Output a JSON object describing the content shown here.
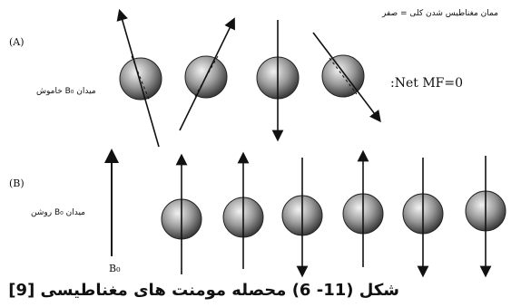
{
  "labels": {
    "panel_a": "(A)",
    "panel_b": "(B)",
    "top_note": "ممان مغناطیس شدن کلی = صفر",
    "field_off": "میدان B₀ خاموش",
    "field_on": "میدان B₀ روشن",
    "net_mf": ":Net MF=0",
    "b0": "B₀"
  },
  "caption": "شکل (11- 6) محصله مومنت  های مغناطیسی [9]",
  "panel_a_spin_directions": [
    "up-left",
    "up-right",
    "down",
    "down-right"
  ],
  "panel_b_spin_directions": [
    "up",
    "up",
    "down",
    "up",
    "down",
    "down"
  ],
  "colors": {
    "sphere_light": "#eeeeee",
    "sphere_dark": "#444444",
    "ink": "#111111"
  }
}
